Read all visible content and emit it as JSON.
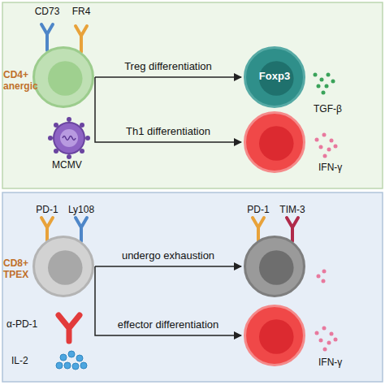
{
  "diagram": {
    "nodes": [
      {
        "text": [
          "CD73",
          "FR4",
          "CD4+ anergic"
        ]
      },
      {
        "text": [
          "Foxp3",
          "TGF-β"
        ]
      },
      {
        "text": [
          "IFN-γ"
        ]
      },
      {
        "text": [
          "PD-1",
          "Ly108",
          "CD8+ TPEX"
        ]
      },
      {
        "text": [
          "PD-1",
          "TIM-3"
        ]
      },
      {
        "text": [
          "IFN-γ"
        ]
      }
    ],
    "edges": [
      {
        "from": 0,
        "to": 1,
        "label": "Treg differentiation",
        "arrow": "to"
      },
      {
        "from": 0,
        "to": 2,
        "label": "Th1 differentiation",
        "arrow": "to"
      },
      {
        "from": 3,
        "to": 4,
        "label": "undergo exhaustion",
        "arrow": "to"
      },
      {
        "from": 3,
        "to": 5,
        "label": "effector differentiation",
        "arrow": "to"
      }
    ],
    "labels": [
      "MCMV",
      "α-PD-1",
      "IL-2"
    ]
  }
}
